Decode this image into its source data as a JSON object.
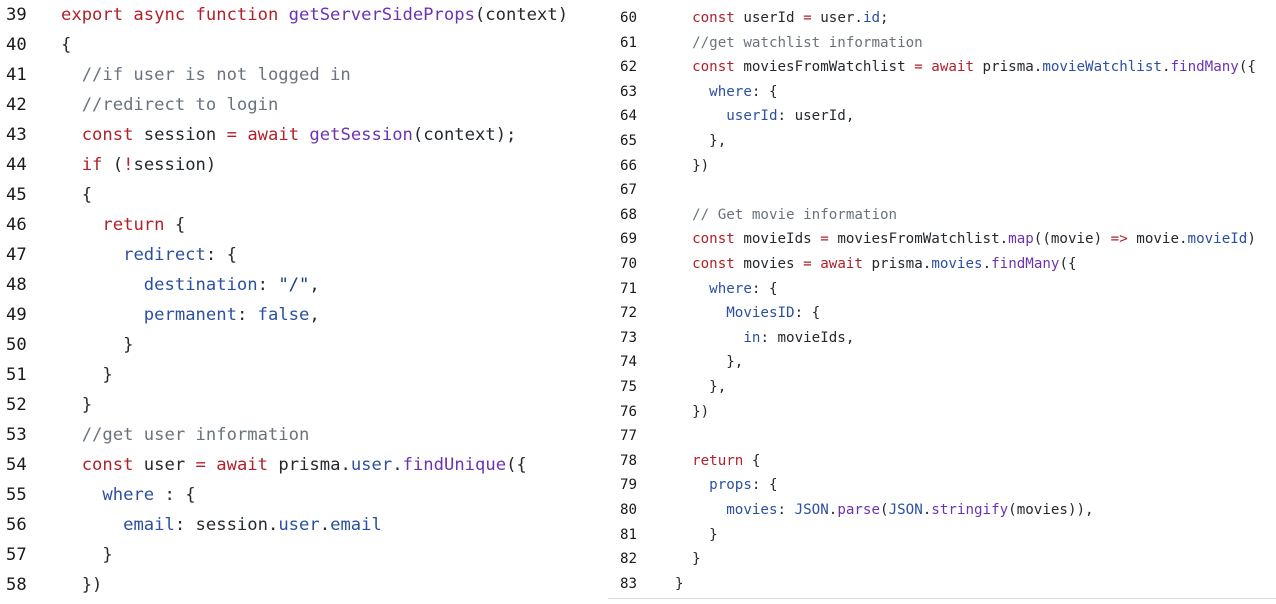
{
  "colors": {
    "background": "#ffffff",
    "keyword": "#b3202a",
    "function": "#6b33b4",
    "property": "#2b50a1",
    "comment": "#6a737d",
    "text": "#24292f"
  },
  "left_panel": {
    "lines": [
      {
        "n": "39",
        "tokens": [
          {
            "t": "export async function ",
            "c": "kw"
          },
          {
            "t": "getServerSideProps",
            "c": "fn"
          },
          {
            "t": "(context)",
            "c": "txt"
          }
        ]
      },
      {
        "n": "40",
        "tokens": [
          {
            "t": "{",
            "c": "txt"
          }
        ]
      },
      {
        "n": "41",
        "tokens": [
          {
            "t": "  //if user is not logged in",
            "c": "cm"
          }
        ]
      },
      {
        "n": "42",
        "tokens": [
          {
            "t": "  //redirect to login",
            "c": "cm"
          }
        ]
      },
      {
        "n": "43",
        "tokens": [
          {
            "t": "  ",
            "c": "txt"
          },
          {
            "t": "const",
            "c": "kw"
          },
          {
            "t": " session ",
            "c": "txt"
          },
          {
            "t": "=",
            "c": "kw"
          },
          {
            "t": " ",
            "c": "txt"
          },
          {
            "t": "await",
            "c": "kw"
          },
          {
            "t": " ",
            "c": "txt"
          },
          {
            "t": "getSession",
            "c": "fn"
          },
          {
            "t": "(context);",
            "c": "txt"
          }
        ]
      },
      {
        "n": "44",
        "tokens": [
          {
            "t": "  ",
            "c": "txt"
          },
          {
            "t": "if",
            "c": "kw"
          },
          {
            "t": " (",
            "c": "txt"
          },
          {
            "t": "!",
            "c": "kw"
          },
          {
            "t": "session)",
            "c": "txt"
          }
        ]
      },
      {
        "n": "45",
        "tokens": [
          {
            "t": "  {",
            "c": "txt"
          }
        ]
      },
      {
        "n": "46",
        "tokens": [
          {
            "t": "    ",
            "c": "txt"
          },
          {
            "t": "return",
            "c": "kw"
          },
          {
            "t": " {",
            "c": "txt"
          }
        ]
      },
      {
        "n": "47",
        "tokens": [
          {
            "t": "      ",
            "c": "txt"
          },
          {
            "t": "redirect",
            "c": "prop"
          },
          {
            "t": ": {",
            "c": "txt"
          }
        ]
      },
      {
        "n": "48",
        "tokens": [
          {
            "t": "        ",
            "c": "txt"
          },
          {
            "t": "destination",
            "c": "prop"
          },
          {
            "t": ": ",
            "c": "txt"
          },
          {
            "t": "\"/\"",
            "c": "str"
          },
          {
            "t": ",",
            "c": "txt"
          }
        ]
      },
      {
        "n": "49",
        "tokens": [
          {
            "t": "        ",
            "c": "txt"
          },
          {
            "t": "permanent",
            "c": "prop"
          },
          {
            "t": ": ",
            "c": "txt"
          },
          {
            "t": "false",
            "c": "prop"
          },
          {
            "t": ",",
            "c": "txt"
          }
        ]
      },
      {
        "n": "50",
        "tokens": [
          {
            "t": "      }",
            "c": "txt"
          }
        ]
      },
      {
        "n": "51",
        "tokens": [
          {
            "t": "    }",
            "c": "txt"
          }
        ]
      },
      {
        "n": "52",
        "tokens": [
          {
            "t": "  }",
            "c": "txt"
          }
        ]
      },
      {
        "n": "53",
        "tokens": [
          {
            "t": "  //get user information",
            "c": "cm"
          }
        ]
      },
      {
        "n": "54",
        "tokens": [
          {
            "t": "  ",
            "c": "txt"
          },
          {
            "t": "const",
            "c": "kw"
          },
          {
            "t": " user ",
            "c": "txt"
          },
          {
            "t": "=",
            "c": "kw"
          },
          {
            "t": " ",
            "c": "txt"
          },
          {
            "t": "await",
            "c": "kw"
          },
          {
            "t": " prisma.",
            "c": "txt"
          },
          {
            "t": "user",
            "c": "prop"
          },
          {
            "t": ".",
            "c": "txt"
          },
          {
            "t": "findUnique",
            "c": "fn"
          },
          {
            "t": "({",
            "c": "txt"
          }
        ]
      },
      {
        "n": "55",
        "tokens": [
          {
            "t": "    ",
            "c": "txt"
          },
          {
            "t": "where",
            "c": "prop"
          },
          {
            "t": " : {",
            "c": "txt"
          }
        ]
      },
      {
        "n": "56",
        "tokens": [
          {
            "t": "      ",
            "c": "txt"
          },
          {
            "t": "email",
            "c": "prop"
          },
          {
            "t": ": session.",
            "c": "txt"
          },
          {
            "t": "user",
            "c": "prop"
          },
          {
            "t": ".",
            "c": "txt"
          },
          {
            "t": "email",
            "c": "prop"
          }
        ]
      },
      {
        "n": "57",
        "tokens": [
          {
            "t": "    }",
            "c": "txt"
          }
        ]
      },
      {
        "n": "58",
        "tokens": [
          {
            "t": "  })",
            "c": "txt"
          }
        ]
      }
    ]
  },
  "right_panel": {
    "lines": [
      {
        "n": "60",
        "tokens": [
          {
            "t": "  ",
            "c": "txt"
          },
          {
            "t": "const",
            "c": "kw"
          },
          {
            "t": " userId ",
            "c": "txt"
          },
          {
            "t": "=",
            "c": "kw"
          },
          {
            "t": " user.",
            "c": "txt"
          },
          {
            "t": "id",
            "c": "prop"
          },
          {
            "t": ";",
            "c": "txt"
          }
        ]
      },
      {
        "n": "61",
        "tokens": [
          {
            "t": "  //get watchlist information",
            "c": "cm"
          }
        ]
      },
      {
        "n": "62",
        "tokens": [
          {
            "t": "  ",
            "c": "txt"
          },
          {
            "t": "const",
            "c": "kw"
          },
          {
            "t": " moviesFromWatchlist ",
            "c": "txt"
          },
          {
            "t": "=",
            "c": "kw"
          },
          {
            "t": " ",
            "c": "txt"
          },
          {
            "t": "await",
            "c": "kw"
          },
          {
            "t": " prisma.",
            "c": "txt"
          },
          {
            "t": "movieWatchlist",
            "c": "prop"
          },
          {
            "t": ".",
            "c": "txt"
          },
          {
            "t": "findMany",
            "c": "fn"
          },
          {
            "t": "({",
            "c": "txt"
          }
        ]
      },
      {
        "n": "63",
        "tokens": [
          {
            "t": "    ",
            "c": "txt"
          },
          {
            "t": "where",
            "c": "prop"
          },
          {
            "t": ": {",
            "c": "txt"
          }
        ]
      },
      {
        "n": "64",
        "tokens": [
          {
            "t": "      ",
            "c": "txt"
          },
          {
            "t": "userId",
            "c": "prop"
          },
          {
            "t": ": userId,",
            "c": "txt"
          }
        ]
      },
      {
        "n": "65",
        "tokens": [
          {
            "t": "    },",
            "c": "txt"
          }
        ]
      },
      {
        "n": "66",
        "tokens": [
          {
            "t": "  })",
            "c": "txt"
          }
        ]
      },
      {
        "n": "67",
        "tokens": []
      },
      {
        "n": "68",
        "tokens": [
          {
            "t": "  // Get movie information",
            "c": "cm"
          }
        ]
      },
      {
        "n": "69",
        "tokens": [
          {
            "t": "  ",
            "c": "txt"
          },
          {
            "t": "const",
            "c": "kw"
          },
          {
            "t": " movieIds ",
            "c": "txt"
          },
          {
            "t": "=",
            "c": "kw"
          },
          {
            "t": " moviesFromWatchlist.",
            "c": "txt"
          },
          {
            "t": "map",
            "c": "fn"
          },
          {
            "t": "((movie) ",
            "c": "txt"
          },
          {
            "t": "=>",
            "c": "kw"
          },
          {
            "t": " movie.",
            "c": "txt"
          },
          {
            "t": "movieId",
            "c": "prop"
          },
          {
            "t": ")",
            "c": "txt"
          }
        ]
      },
      {
        "n": "70",
        "tokens": [
          {
            "t": "  ",
            "c": "txt"
          },
          {
            "t": "const",
            "c": "kw"
          },
          {
            "t": " movies ",
            "c": "txt"
          },
          {
            "t": "=",
            "c": "kw"
          },
          {
            "t": " ",
            "c": "txt"
          },
          {
            "t": "await",
            "c": "kw"
          },
          {
            "t": " prisma.",
            "c": "txt"
          },
          {
            "t": "movies",
            "c": "prop"
          },
          {
            "t": ".",
            "c": "txt"
          },
          {
            "t": "findMany",
            "c": "fn"
          },
          {
            "t": "({",
            "c": "txt"
          }
        ]
      },
      {
        "n": "71",
        "tokens": [
          {
            "t": "    ",
            "c": "txt"
          },
          {
            "t": "where",
            "c": "prop"
          },
          {
            "t": ": {",
            "c": "txt"
          }
        ]
      },
      {
        "n": "72",
        "tokens": [
          {
            "t": "      ",
            "c": "txt"
          },
          {
            "t": "MoviesID",
            "c": "prop"
          },
          {
            "t": ": {",
            "c": "txt"
          }
        ]
      },
      {
        "n": "73",
        "tokens": [
          {
            "t": "        ",
            "c": "txt"
          },
          {
            "t": "in",
            "c": "prop"
          },
          {
            "t": ": movieIds,",
            "c": "txt"
          }
        ]
      },
      {
        "n": "74",
        "tokens": [
          {
            "t": "      },",
            "c": "txt"
          }
        ]
      },
      {
        "n": "75",
        "tokens": [
          {
            "t": "    },",
            "c": "txt"
          }
        ]
      },
      {
        "n": "76",
        "tokens": [
          {
            "t": "  })",
            "c": "txt"
          }
        ]
      },
      {
        "n": "77",
        "tokens": []
      },
      {
        "n": "78",
        "tokens": [
          {
            "t": "  ",
            "c": "txt"
          },
          {
            "t": "return",
            "c": "kw"
          },
          {
            "t": " {",
            "c": "txt"
          }
        ]
      },
      {
        "n": "79",
        "tokens": [
          {
            "t": "    ",
            "c": "txt"
          },
          {
            "t": "props",
            "c": "prop"
          },
          {
            "t": ": {",
            "c": "txt"
          }
        ]
      },
      {
        "n": "80",
        "tokens": [
          {
            "t": "      ",
            "c": "txt"
          },
          {
            "t": "movies",
            "c": "prop"
          },
          {
            "t": ": ",
            "c": "txt"
          },
          {
            "t": "JSON",
            "c": "prop"
          },
          {
            "t": ".",
            "c": "txt"
          },
          {
            "t": "parse",
            "c": "fn"
          },
          {
            "t": "(",
            "c": "txt"
          },
          {
            "t": "JSON",
            "c": "prop"
          },
          {
            "t": ".",
            "c": "txt"
          },
          {
            "t": "stringify",
            "c": "fn"
          },
          {
            "t": "(movies)),",
            "c": "txt"
          }
        ]
      },
      {
        "n": "81",
        "tokens": [
          {
            "t": "    }",
            "c": "txt"
          }
        ]
      },
      {
        "n": "82",
        "tokens": [
          {
            "t": "  }",
            "c": "txt"
          }
        ]
      },
      {
        "n": "83",
        "tokens": [
          {
            "t": "}",
            "c": "txt"
          }
        ]
      }
    ]
  }
}
